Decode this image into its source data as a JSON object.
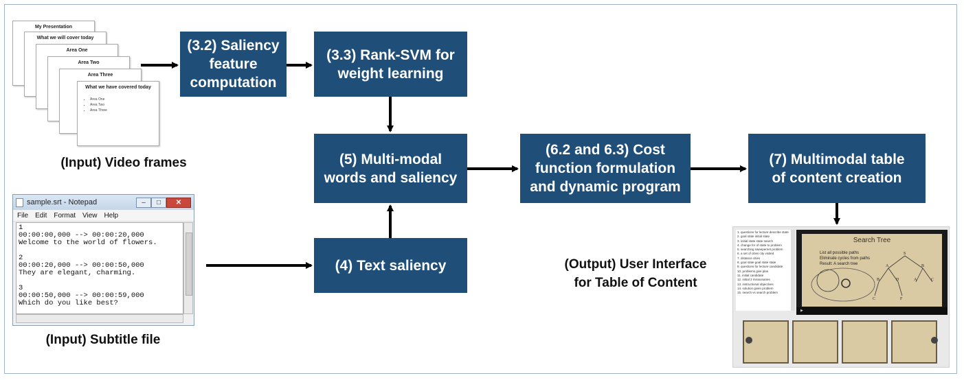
{
  "boxes": {
    "saliency": "(3.2) Saliency\nfeature\ncomputation",
    "ranksvm": "(3.3) Rank-SVM for\nweight learning",
    "multimodal": "(5) Multi-modal\nwords and saliency",
    "text_saliency": "(4) Text saliency",
    "cost_function": "(6.2 and 6.3) Cost\nfunction formulation\nand dynamic program",
    "toc_creation": "(7) Multimodal table\nof content creation"
  },
  "captions": {
    "video_frames": "(Input) Video frames",
    "subtitle_file": "(Input) Subtitle file",
    "output_ui": "(Output) User Interface\nfor Table of Content"
  },
  "slides": [
    {
      "title": "My Presentation"
    },
    {
      "title": "What we will cover today"
    },
    {
      "title": "Area One"
    },
    {
      "title": "Area Two"
    },
    {
      "title": "Area Three"
    },
    {
      "title": "What we have covered today",
      "bullets": [
        "Area One",
        "Area Two",
        "Area Three"
      ]
    }
  ],
  "notepad": {
    "title": "sample.srt - Notepad",
    "menu": [
      "File",
      "Edit",
      "Format",
      "View",
      "Help"
    ],
    "content": "1\n00:00:00,000 --> 00:00:20,000\nWelcome to the world of flowers.\n\n2\n00:00:20,000 --> 00:00:50,000\nThey are elegant, charming.\n\n3\n00:00:50,000 --> 00:00:59,000\nWhich do you like best?"
  },
  "output_ui": {
    "video_title": "Search Tree",
    "bullets": [
      "List all possible paths",
      "Eliminate cycles from paths",
      "Result: A search tree"
    ],
    "toc_items": [
      "questions for lecture describe state",
      "goal state initial state",
      "initial state state search",
      "change for of state to problem",
      "searching sweepernet problem",
      "a set of cities city visited",
      "distance cities",
      "goal state goal state state",
      "questions for lecture candidate",
      "problems give plan",
      "initial candidate",
      "initial 3 missionaries",
      "instructional objectives",
      "solution given problem",
      "search vs search problem"
    ]
  },
  "colors": {
    "box_fill": "#1f4e79",
    "box_text": "#ffffff",
    "arrow": "#000000",
    "frame_border": "#9fb3c8"
  }
}
